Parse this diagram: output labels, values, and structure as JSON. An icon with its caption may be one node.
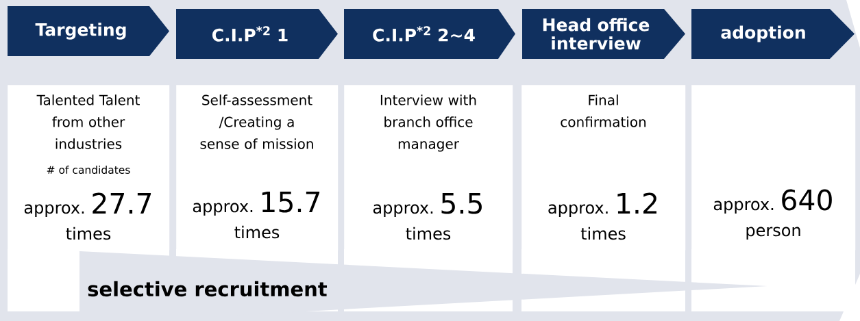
{
  "diagram": {
    "nodes": [
      {
        "text": [
          "Targeting"
        ]
      },
      {
        "text": [
          "C.I.P$^{*2}$ 1"
        ]
      },
      {
        "text": [
          "C.I.P$^{*2}$ 2~4"
        ]
      },
      {
        "text": [
          "Head office interview"
        ]
      },
      {
        "text": [
          "adoption"
        ]
      },
      {
        "text": [
          "Talented Talent from other industries",
          "# of candidates",
          "approx.",
          "27.7",
          "times"
        ]
      },
      {
        "text": [
          "Self-assessment /Creating a sense of mission",
          "approx.",
          "15.7",
          "times"
        ]
      },
      {
        "text": [
          "Interview with branch office manager",
          "approx.",
          "5.5",
          "times"
        ]
      },
      {
        "text": [
          "Final confirmation",
          "approx.",
          "1.2",
          "times"
        ]
      },
      {
        "text": [
          "approx.",
          "640",
          "person"
        ]
      },
      {
        "text": [
          "selective recruitment"
        ]
      }
    ]
  }
}
